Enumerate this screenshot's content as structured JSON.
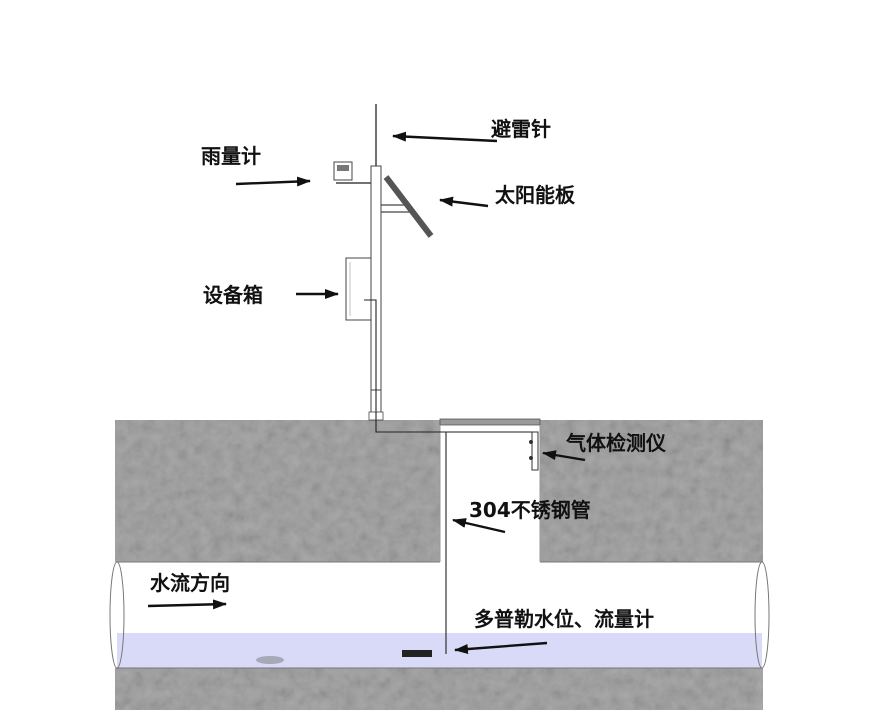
{
  "labels": {
    "lightning_rod": "避雷针",
    "rain_gauge": "雨量计",
    "solar_panel": "太阳能板",
    "equipment_box": "设备箱",
    "gas_detector": "气体检测仪",
    "steel_pipe": "304不锈钢管",
    "flow_direction": "水流方向",
    "doppler_meter": "多普勒水位、流量计"
  },
  "colors": {
    "ground": "#a9a9a9",
    "ground_dark": "#8c8c8c",
    "water": "#d8daf7",
    "pipe_outline": "#777777",
    "line": "#222222"
  }
}
